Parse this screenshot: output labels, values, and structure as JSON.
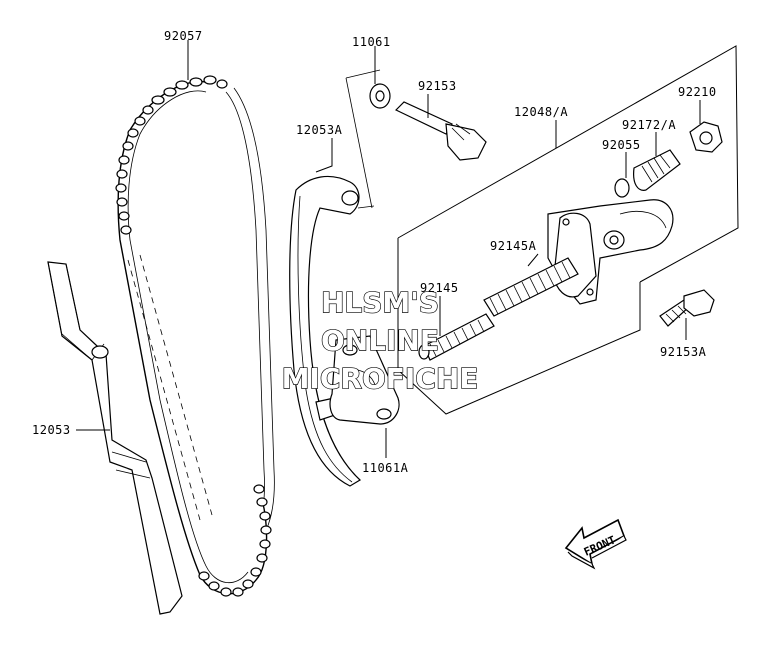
{
  "parts": {
    "chain": "92057",
    "guide_left": "12053",
    "guide_arm": "12053A",
    "washer": "11061",
    "bolt_top": "92153",
    "tensioner_assy": "12048/A",
    "nut": "92210",
    "plug": "92172/A",
    "oring": "92055",
    "spring_a": "92145A",
    "spring": "92145",
    "bolt_side": "92153A",
    "gasket": "11061A"
  },
  "watermark": {
    "line1": "HLSM'S",
    "line2": "ONLINE",
    "line3": "MICROFICHE"
  },
  "front_label": "FRONT",
  "icons": {
    "front_arrow": "arrow-left-icon"
  }
}
